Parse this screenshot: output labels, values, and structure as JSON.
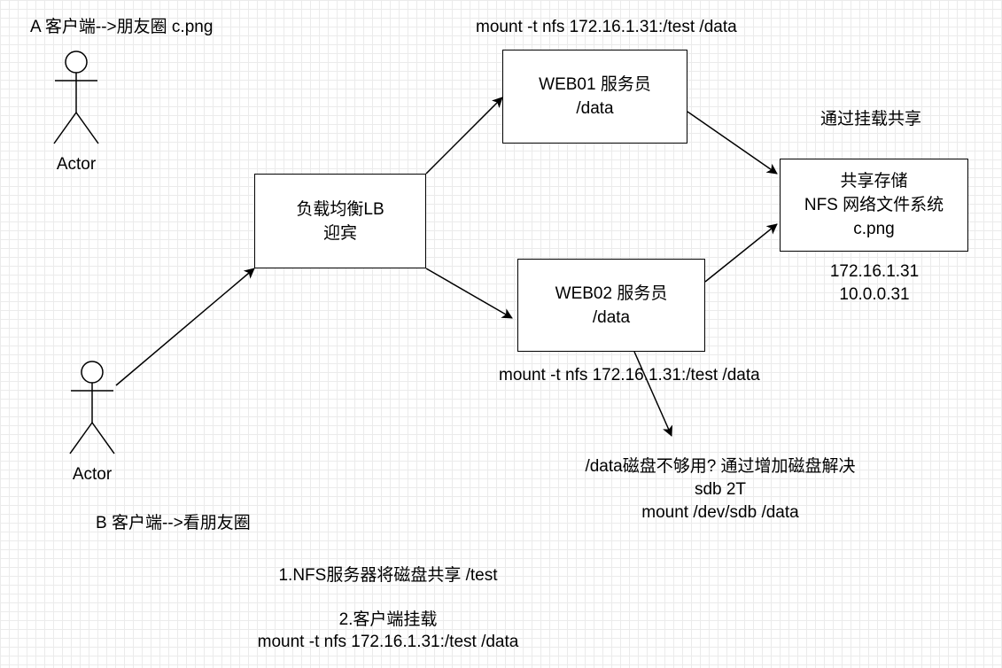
{
  "client_a_label": "A 客户端-->朋友圈 c.png",
  "client_b_label": "B 客户端-->看朋友圈",
  "actor_top_label": "Actor",
  "actor_bottom_label": "Actor",
  "mount_top": "mount -t nfs 172.16.1.31:/test /data",
  "mount_mid": "mount -t nfs 172.16.1.31:/test /data",
  "lb": {
    "line1": "负载均衡LB",
    "line2": "迎宾"
  },
  "web01": {
    "line1": "WEB01 服务员",
    "line2": "/data"
  },
  "web02": {
    "line1": "WEB02 服务员",
    "line2": "/data"
  },
  "nfs": {
    "line1": "共享存储",
    "line2": "NFS 网络文件系统",
    "line3": "c.png"
  },
  "share_label": "通过挂载共享",
  "nfs_ips": {
    "line1": "172.16.1.31",
    "line2": "10.0.0.31"
  },
  "disk_note": {
    "line1": "/data磁盘不够用? 通过增加磁盘解决",
    "line2": "sdb 2T",
    "line3": "mount /dev/sdb /data"
  },
  "steps": {
    "step1": "1.NFS服务器将磁盘共享 /test",
    "step2": "2.客户端挂载",
    "step2_cmd": "mount -t nfs 172.16.1.31:/test /data"
  }
}
